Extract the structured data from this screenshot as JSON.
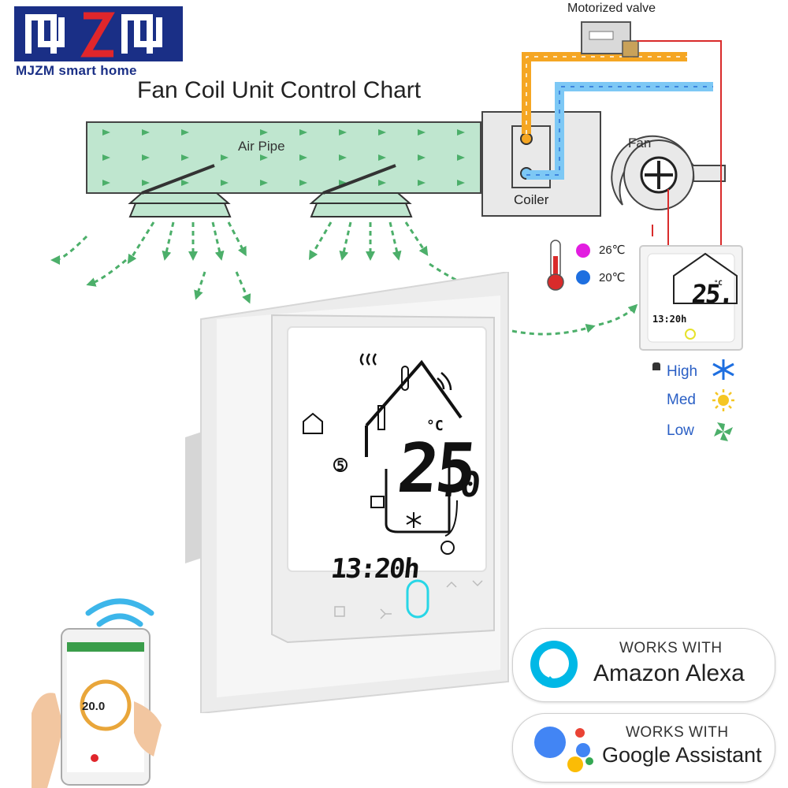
{
  "brand": {
    "logo_text": "MJZM",
    "subtitle": "MJZM smart home"
  },
  "diagram": {
    "title": "Fan Coil Unit Control Chart",
    "labels": {
      "motorized_valve": "Motorized valve",
      "air_pipe": "Air Pipe",
      "fan": "Fan",
      "coiler": "Coiler"
    },
    "temperatures": [
      {
        "value": "26℃",
        "color": "#e21de0"
      },
      {
        "value": "20℃",
        "color": "#1e6fe0"
      }
    ],
    "fan_speeds": [
      {
        "label": "High",
        "icon": "snowflake-icon"
      },
      {
        "label": "Med",
        "icon": "sun-icon"
      },
      {
        "label": "Low",
        "icon": "fan-icon"
      }
    ]
  },
  "thermostat": {
    "temperature": "25",
    "temperature_decimal": ".0",
    "unit": "°C",
    "time": "13:20h",
    "mode_number": "5"
  },
  "small_thermostat": {
    "temperature": "25.",
    "unit": "°C",
    "time": "13:20h"
  },
  "phone": {
    "set_temperature": "20.0"
  },
  "badges": {
    "alexa": {
      "works_with": "WORKS WITH",
      "name": "Amazon Alexa"
    },
    "google": {
      "works_with": "WORKS WITH",
      "name": "Google Assistant"
    }
  },
  "colors": {
    "brand_blue": "#1a2f86",
    "logo_red": "#e0262b",
    "hot_pipe": "#f5a623",
    "cold_pipe": "#7dc8f5",
    "air_flow": "#4caf6a",
    "lcd_glow": "#28d6e6"
  }
}
